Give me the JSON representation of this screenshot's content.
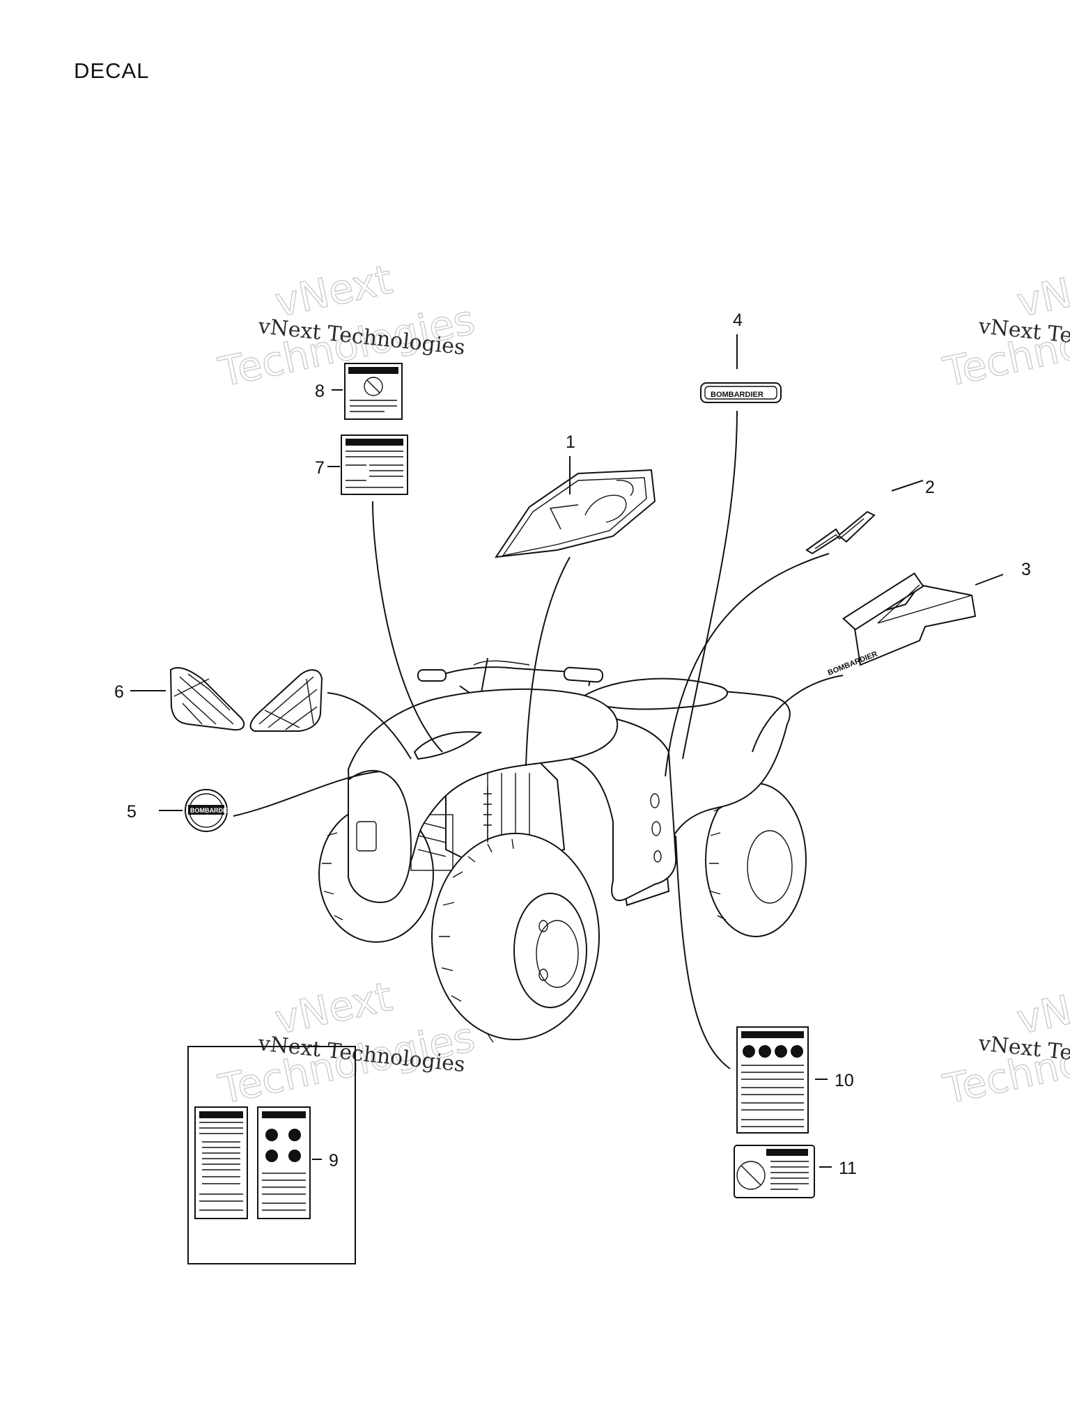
{
  "title": "DECAL",
  "watermark": {
    "small": "vNext Technologies",
    "big_line1": "vNext",
    "big_line2": "Technologies",
    "partial_small": "vNext Te",
    "partial_big1": "vNe",
    "partial_big2": "Techno"
  },
  "decal_texts": {
    "bombardier": "BOMBARDIER"
  },
  "callouts": [
    {
      "id": "1",
      "label": "1"
    },
    {
      "id": "2",
      "label": "2"
    },
    {
      "id": "3",
      "label": "3"
    },
    {
      "id": "4",
      "label": "4"
    },
    {
      "id": "5",
      "label": "5"
    },
    {
      "id": "6",
      "label": "6"
    },
    {
      "id": "7",
      "label": "7"
    },
    {
      "id": "8",
      "label": "8"
    },
    {
      "id": "9",
      "label": "9"
    },
    {
      "id": "10",
      "label": "10"
    },
    {
      "id": "11",
      "label": "11"
    }
  ],
  "colors": {
    "ink": "#111111",
    "watermark": "#c9c9c9",
    "background": "#ffffff"
  }
}
